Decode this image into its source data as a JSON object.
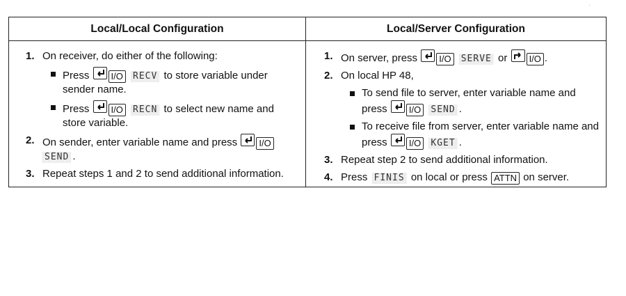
{
  "left": {
    "title": "Local/Local Configuration",
    "steps": {
      "s1": {
        "num": "1.",
        "text": "On receiver, do either of the following:"
      },
      "b1": {
        "pre": "Press",
        "key": "I/O",
        "menu": "RECV",
        "post": "to store variable under sender name."
      },
      "b2": {
        "pre": "Press",
        "key": "I/O",
        "menu": "RECN",
        "post": "to select new name and store variable."
      },
      "s2": {
        "num": "2.",
        "text": "On sender, enter variable name and press",
        "key": "I/O",
        "menu": "SEND",
        "post": "."
      },
      "s3": {
        "num": "3.",
        "text": "Repeat steps 1 and 2 to send additional information."
      }
    }
  },
  "right": {
    "title": "Local/Server Configuration",
    "steps": {
      "s1": {
        "num": "1.",
        "pre": "On server, press",
        "key": "I/O",
        "menu": "SERVE",
        "mid": "or",
        "key2": "I/O",
        "post": "."
      },
      "s2": {
        "num": "2.",
        "text": "On local HP 48,"
      },
      "b1": {
        "text": "To send file to server, enter variable name and press",
        "key": "I/O",
        "menu": "SEND",
        "post": "."
      },
      "b2": {
        "text": "To receive file from server, enter variable name and press",
        "key": "I/O",
        "menu": "KGET",
        "post": "."
      },
      "s3": {
        "num": "3.",
        "text": "Repeat step 2  to send additional information."
      },
      "s4": {
        "num": "4.",
        "pre": "Press",
        "menu": "FINIS",
        "mid": "on local or press",
        "key": "ATTN",
        "post": "on server."
      }
    }
  },
  "icons": {
    "left_shift": "left-shift-arrow-icon",
    "right_shift": "right-shift-arrow-icon"
  }
}
